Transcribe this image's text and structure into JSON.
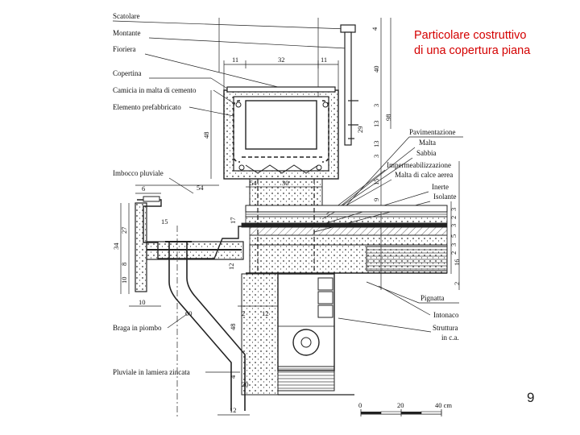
{
  "slide": {
    "title_line1": "Particolare  costruttivo",
    "title_line2": "di una copertura piana",
    "page_number": "9"
  },
  "left_labels": [
    "Scatolare",
    "Montante",
    "Fioriera",
    "Copertina",
    "Camicia in malta di cemento",
    "Elemento prefabbricato",
    "Imbocco pluviale",
    "Braga in piombo",
    "Pluviale in lamiera zincata"
  ],
  "right_labels": [
    "Pavimentazione",
    "Malta",
    "Sabbia",
    "Impermeabilizzazione",
    "Malta di calce aerea",
    "Inerte",
    "Isolante",
    "Pignatta",
    "Intonaco",
    "Struttura",
    "in c.a."
  ],
  "dimensions": {
    "top": [
      "11",
      "32",
      "11"
    ],
    "right_col1": [
      "40",
      "3",
      "13",
      "13",
      "3",
      "15",
      "9",
      "3",
      "2",
      "3",
      "5",
      "3",
      "2",
      "16",
      "2"
    ],
    "right_col2": [
      "4",
      "29",
      "98"
    ],
    "left_side": [
      "48",
      "54",
      "6",
      "27",
      "34",
      "8",
      "10"
    ],
    "misc": [
      "15",
      "17",
      "54",
      "30",
      "12",
      "60",
      "2",
      "12",
      "48",
      "4",
      "20",
      "12",
      "10"
    ]
  },
  "scale_bar": {
    "ticks": [
      "0",
      "20",
      "40 cm"
    ]
  }
}
